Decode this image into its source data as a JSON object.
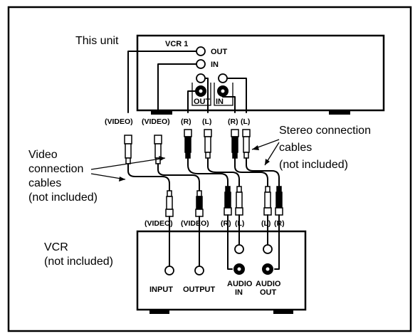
{
  "unit": {
    "label": "This unit",
    "model": "VCR 1",
    "out": "OUT",
    "in": "IN",
    "audio_out": "OUT",
    "audio_in": "IN"
  },
  "plug_labels": {
    "top_video_1": "(VIDEO)",
    "top_video_2": "(VIDEO)",
    "top_r_1": "(R)",
    "top_l_1": "(L)",
    "top_r_2": "(R)",
    "top_l_2": "(L)",
    "bottom_video_1": "(VIDEO)",
    "bottom_video_2": "(VIDEO)",
    "bottom_r": "(R)",
    "bottom_l_1": "(L)",
    "bottom_l_2": "(L)",
    "bottom_r_2": "(R)"
  },
  "video_cables": {
    "line1": "Video",
    "line2": "connection",
    "line3": "cables",
    "line4": "(not included)"
  },
  "stereo_cables": {
    "line1": "Stereo connection",
    "line2": "cables",
    "line3": "(not included)"
  },
  "vcr": {
    "line1": "VCR",
    "line2": "(not included)",
    "input": "INPUT",
    "output": "OUTPUT",
    "audio_in_1": "AUDIO",
    "audio_in_2": "IN",
    "audio_out_1": "AUDIO",
    "audio_out_2": "OUT"
  }
}
